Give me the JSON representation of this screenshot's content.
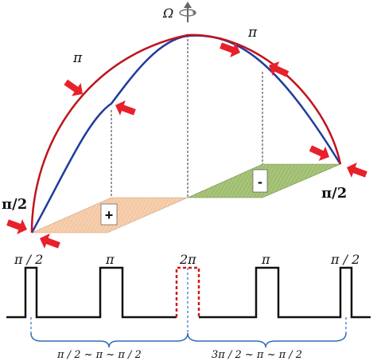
{
  "rotation": {
    "symbol": "Ω"
  },
  "arc_labels": {
    "pi_left": "π",
    "pi_right": "π",
    "half_pi_left": "π/2",
    "half_pi_right": "π/2"
  },
  "regions": {
    "positive": "+",
    "negative": "-"
  },
  "pulse_labels": {
    "p1": "π / 2",
    "p2": "π",
    "center": "2π",
    "p3": "π",
    "p4": "π / 2"
  },
  "brackets": {
    "left": "π / 2 ~ π ~ π / 2",
    "right": "3π / 2 ~ π ~ π / 2"
  },
  "colors": {
    "red_curve": "#c0141c",
    "blue_curve": "#1f3c9c",
    "arrow": "#e8202a",
    "orange_region": "#f4c4a0",
    "green_region": "#9cb868",
    "bracket": "#2e6fb8",
    "dashed_red": "#d01818"
  }
}
